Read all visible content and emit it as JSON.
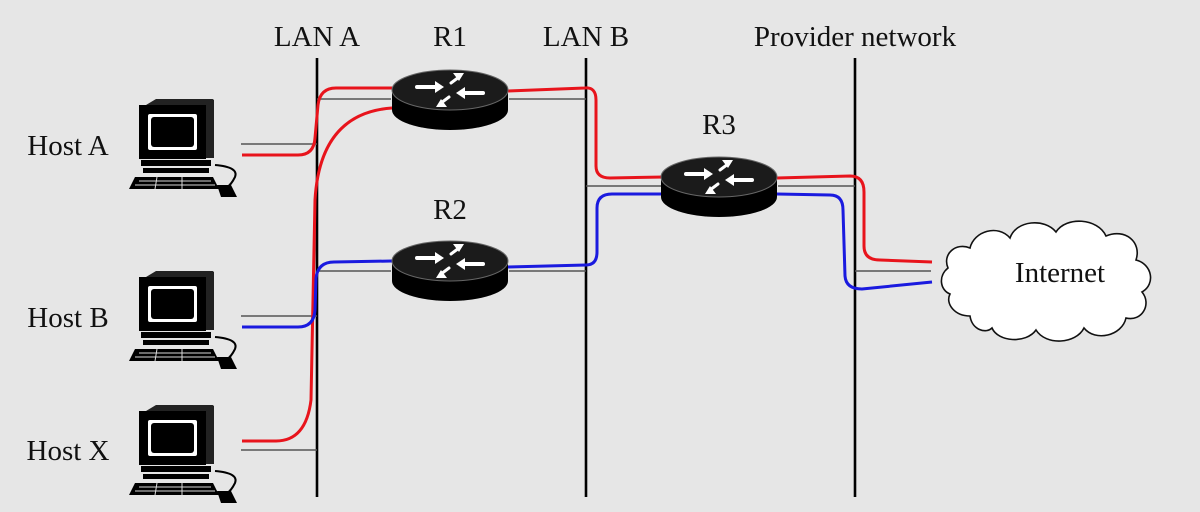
{
  "segments": {
    "lan_a": "LAN A",
    "lan_b": "LAN B",
    "provider": "Provider network"
  },
  "routers": {
    "r1": "R1",
    "r2": "R2",
    "r3": "R3"
  },
  "hosts": {
    "host_a": "Host A",
    "host_b": "Host B",
    "host_x": "Host X"
  },
  "internet": "Internet",
  "colors": {
    "background": "#e6e6e6",
    "path_red": "#e8141c",
    "path_blue": "#1a1adf"
  }
}
